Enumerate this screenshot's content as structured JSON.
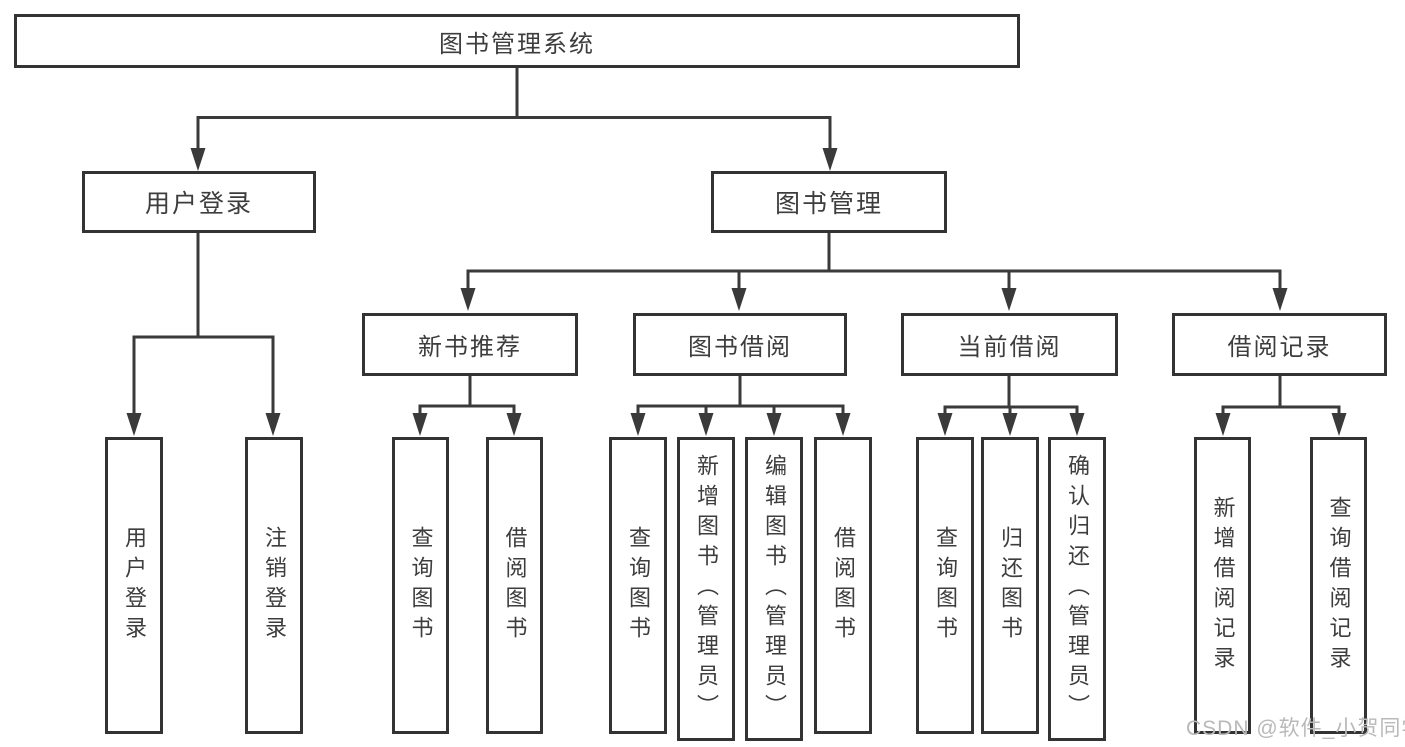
{
  "watermark": "CSDN @软件_小贺同学",
  "colors": {
    "line": "#3a3a3a",
    "box_border": "#333333",
    "text": "#3d3d3d",
    "watermark": "#b9b9b9",
    "background": "#ffffff"
  },
  "tree": {
    "root": {
      "label": "图书管理系统",
      "children": [
        {
          "label": "用户登录",
          "children": [
            {
              "label": "用户登录"
            },
            {
              "label": "注销登录"
            }
          ]
        },
        {
          "label": "图书管理",
          "children": [
            {
              "label": "新书推荐",
              "children": [
                {
                  "label": "查询图书"
                },
                {
                  "label": "借阅图书"
                }
              ]
            },
            {
              "label": "图书借阅",
              "children": [
                {
                  "label": "查询图书"
                },
                {
                  "label": "新增图书（管理员）"
                },
                {
                  "label": "编辑图书（管理员）"
                },
                {
                  "label": "借阅图书"
                }
              ]
            },
            {
              "label": "当前借阅",
              "children": [
                {
                  "label": "查询图书"
                },
                {
                  "label": "归还图书"
                },
                {
                  "label": "确认归还（管理员）"
                }
              ]
            },
            {
              "label": "借阅记录",
              "children": [
                {
                  "label": "新增借阅记录"
                },
                {
                  "label": "查询借阅记录"
                }
              ]
            }
          ]
        }
      ]
    }
  }
}
